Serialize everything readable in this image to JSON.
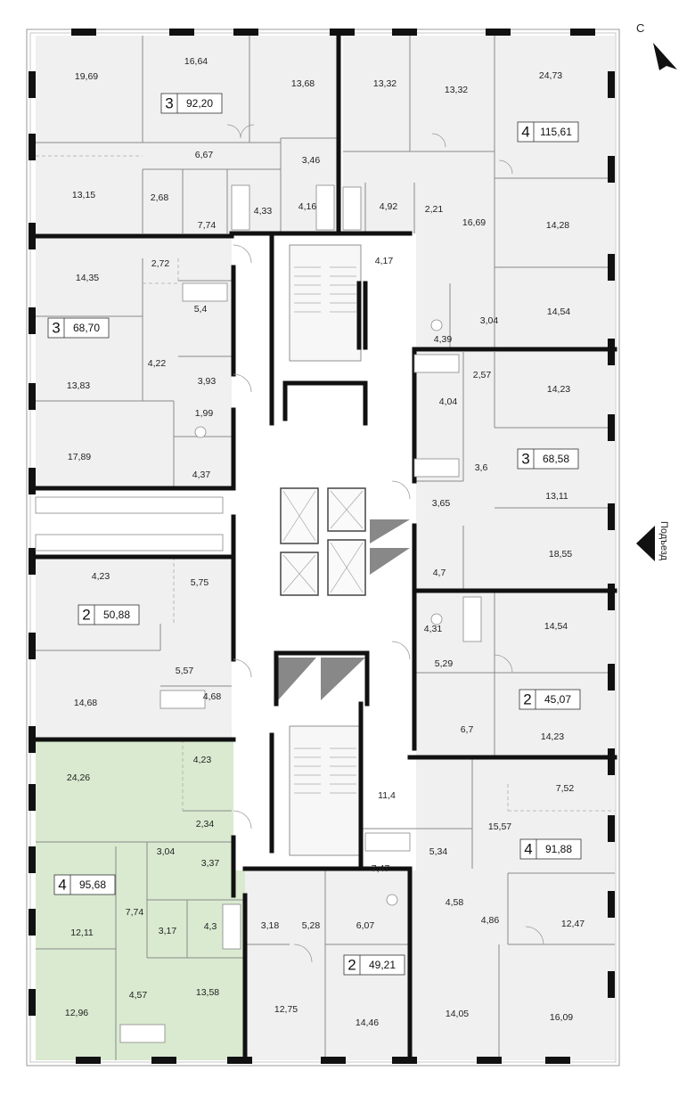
{
  "compass": {
    "label": "С"
  },
  "entrance": {
    "label": "Подъезд"
  },
  "colors": {
    "highlight": "#d9ead0",
    "wall": "#111111",
    "room_fill": "#f0f0f0",
    "corridor_fill": "#ffffff"
  },
  "units": [
    {
      "id": "u3-top",
      "rooms": "3",
      "area": "92,20"
    },
    {
      "id": "u4-top-right",
      "rooms": "4",
      "area": "115,61"
    },
    {
      "id": "u3-left",
      "rooms": "3",
      "area": "68,70"
    },
    {
      "id": "u3-right",
      "rooms": "3",
      "area": "68,58"
    },
    {
      "id": "u2-left",
      "rooms": "2",
      "area": "50,88"
    },
    {
      "id": "u2-right",
      "rooms": "2",
      "area": "45,07"
    },
    {
      "id": "u4-right",
      "rooms": "4",
      "area": "91,88"
    },
    {
      "id": "u4-left-selected",
      "rooms": "4",
      "area": "95,68"
    },
    {
      "id": "u2-bottom",
      "rooms": "2",
      "area": "49,21"
    }
  ],
  "rooms": [
    "19,69",
    "16,64",
    "13,68",
    "13,32",
    "13,32",
    "24,73",
    "6,67",
    "3,46",
    "13,15",
    "2,68",
    "7,74",
    "4,33",
    "4,16",
    "4,92",
    "2,21",
    "16,69",
    "14,28",
    "2,72",
    "14,35",
    "4,17",
    "5,4",
    "3,04",
    "14,54",
    "4,39",
    "4,22",
    "13,83",
    "3,93",
    "2,57",
    "14,23",
    "4,04",
    "1,99",
    "17,89",
    "4,37",
    "3,6",
    "13,11",
    "3,65",
    "18,55",
    "4,7",
    "4,23",
    "5,75",
    "4,31",
    "14,54",
    "5,29",
    "5,57",
    "14,68",
    "4,68",
    "6,7",
    "14,23",
    "24,26",
    "4,23",
    "11,4",
    "7,52",
    "2,34",
    "15,57",
    "5,34",
    "3,04",
    "3,37",
    "7,47",
    "4,58",
    "7,74",
    "3,17",
    "4,3",
    "3,18",
    "5,28",
    "6,07",
    "4,86",
    "12,47",
    "12,11",
    "12,96",
    "4,57",
    "13,58",
    "12,75",
    "14,46",
    "14,05",
    "16,09"
  ]
}
